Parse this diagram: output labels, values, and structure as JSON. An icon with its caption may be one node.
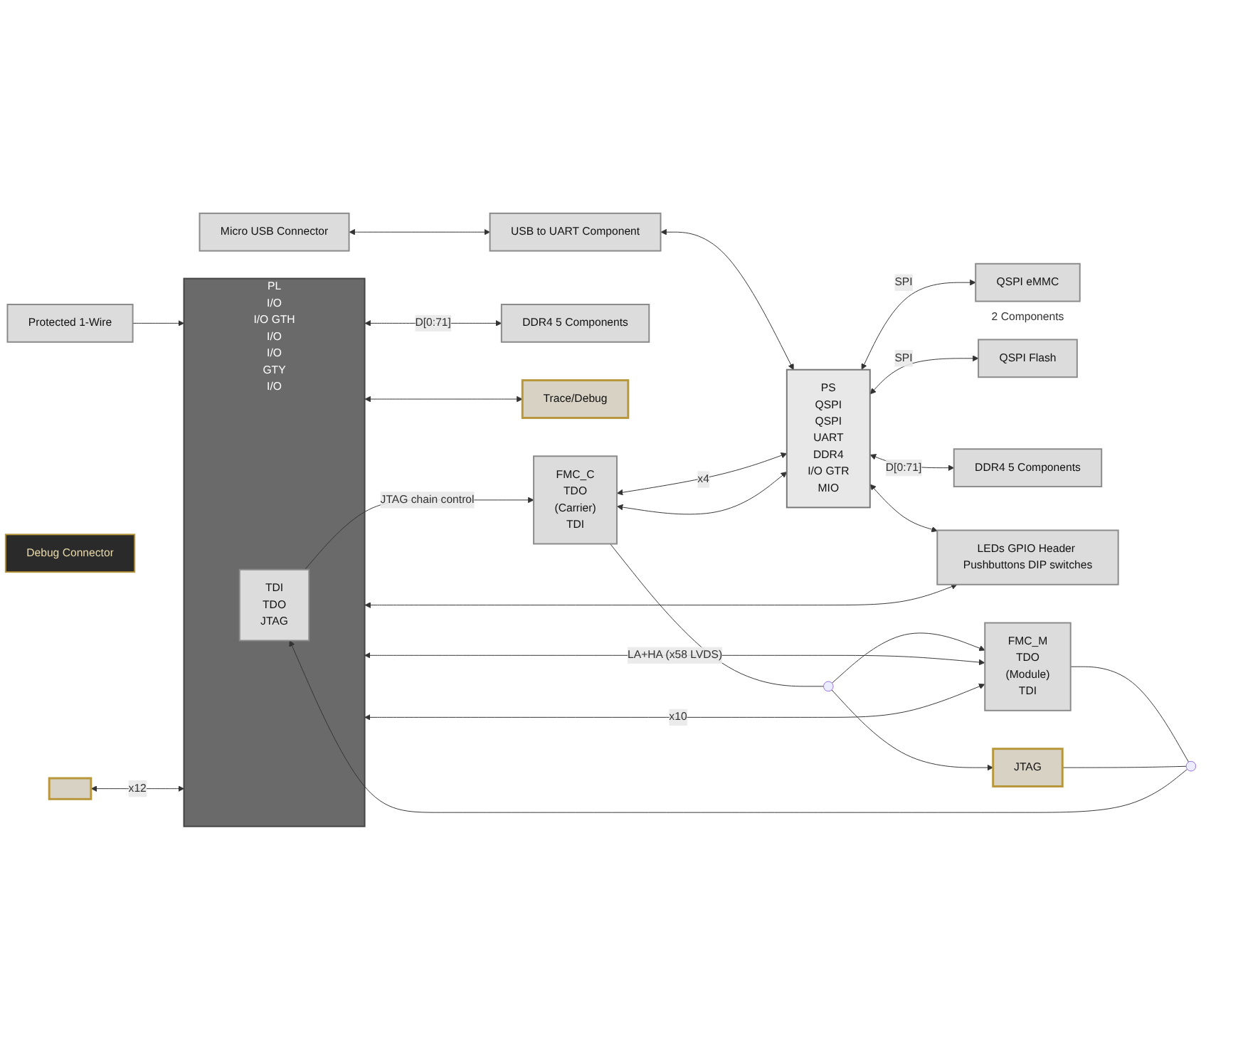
{
  "diagram": {
    "nodes": [
      {
        "text": [
          "Micro USB Connector"
        ]
      },
      {
        "text": [
          "USB to UART Component"
        ]
      },
      {
        "text": [
          "PS",
          "QSPI",
          "QSPI",
          "UART",
          "DDR4",
          "I/O GTR",
          "MIO"
        ]
      },
      {
        "text": [
          "PL",
          "I/O",
          "I/O GTH",
          "I/O",
          "I/O",
          "GTY",
          "I/O"
        ]
      },
      {
        "text": [
          "TDI",
          "TDO",
          "JTAG"
        ],
        "in": 3
      },
      {
        "text": [
          "QSPI eMMC"
        ],
        "beside": [
          "2 Components"
        ]
      },
      {
        "text": [
          "QSPI Flash"
        ]
      },
      {
        "text": [
          "DDR4 5 Components"
        ]
      },
      {
        "text": [
          "LEDs GPIO Header Pushbuttons DIP switches"
        ]
      },
      {
        "text": [
          "DDR4 5 Components"
        ]
      },
      {
        "text": [
          "Protected 1-Wire"
        ]
      },
      {
        "text": [
          "Debug Connector"
        ]
      },
      {
        "text": [
          "Trace/Debug"
        ]
      },
      {
        "text": [
          "FMC_C",
          "TDO",
          "(Carrier)",
          "TDI"
        ]
      },
      {
        "text": [
          "FMC_M",
          "TDO",
          "(Module)",
          "TDI"
        ]
      },
      {
        "text": [
          "JTAG"
        ]
      },
      {
        "text": [],
        "shape": "box"
      },
      {
        "text": [],
        "shape": "circle"
      },
      {
        "text": [],
        "shape": "circle"
      }
    ],
    "edges": [
      {
        "from": 0,
        "to": 1,
        "arrow": "both"
      },
      {
        "from": 1,
        "to": 2,
        "arrow": "both"
      },
      {
        "from": 2,
        "to": 5,
        "arrow": "both",
        "label": "SPI"
      },
      {
        "from": 2,
        "to": 6,
        "arrow": "both",
        "label": "SPI"
      },
      {
        "from": 2,
        "to": 7,
        "arrow": "both",
        "label": "D[0:71]"
      },
      {
        "from": 2,
        "to": 8,
        "arrow": "both"
      },
      {
        "from": 3,
        "to": 8,
        "arrow": "both"
      },
      {
        "from": 3,
        "to": 9,
        "arrow": "both",
        "label": "D[0:71]"
      },
      {
        "from": 10,
        "to": 3,
        "arrow": "to"
      },
      {
        "from": 3,
        "to": 12,
        "arrow": "both"
      },
      {
        "from": 13,
        "to": 2,
        "arrow": "both",
        "label": "x4"
      },
      {
        "from": 13,
        "to": 2,
        "arrow": "both"
      },
      {
        "from": 14,
        "to": 3,
        "arrow": "both",
        "label": "LA+HA (x58 LVDS)"
      },
      {
        "from": 14,
        "to": 3,
        "arrow": "both",
        "label": "x10"
      },
      {
        "from": 16,
        "to": 3,
        "arrow": "both",
        "label": "x12"
      },
      {
        "from": 13,
        "to": 17,
        "arrow": "none"
      },
      {
        "from": 17,
        "to": 14,
        "arrow": "to"
      },
      {
        "from": 17,
        "to": 15,
        "arrow": "to"
      },
      {
        "from": 14,
        "to": 18,
        "arrow": "none"
      },
      {
        "from": 15,
        "to": 18,
        "arrow": "none"
      },
      {
        "from": 18,
        "to": 4,
        "arrow": "to"
      },
      {
        "from": 4,
        "to": 13,
        "arrow": "to",
        "label": "JTAG chain control"
      }
    ]
  }
}
